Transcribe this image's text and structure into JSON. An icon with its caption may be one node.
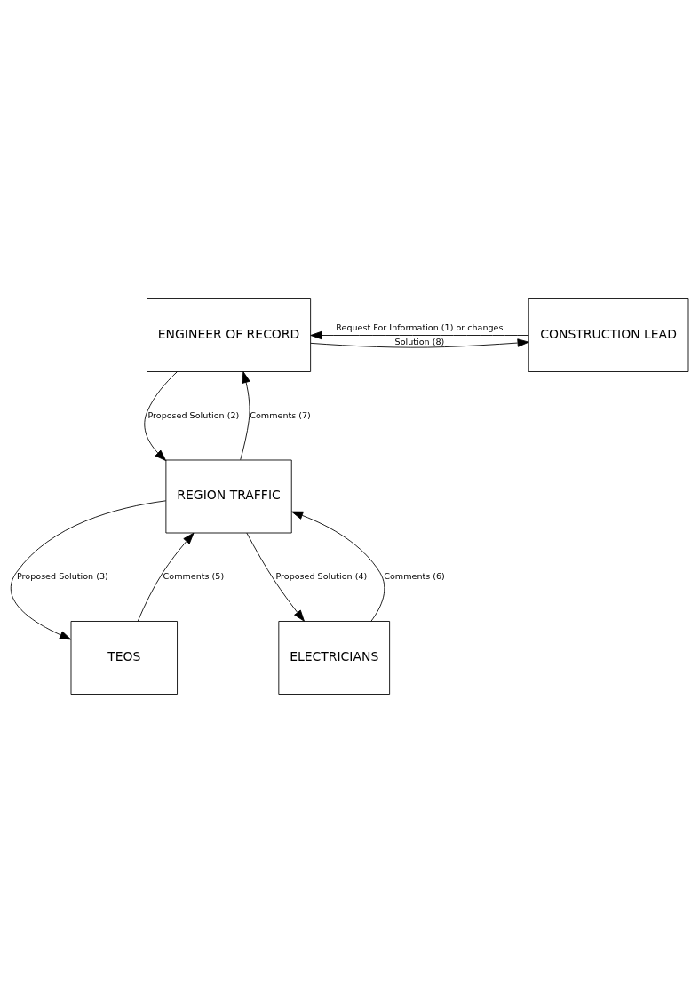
{
  "diagram": {
    "nodes": [
      {
        "text": [
          "ENGINEER OF RECORD"
        ]
      },
      {
        "text": [
          "CONSTRUCTION LEAD"
        ]
      },
      {
        "text": [
          "REGION TRAFFIC"
        ]
      },
      {
        "text": [
          "TEOS"
        ]
      },
      {
        "text": [
          "ELECTRICIANS"
        ]
      }
    ],
    "edges": [
      {
        "from": 1,
        "to": 0,
        "arrow": "to",
        "label": "Request For Information (1) or changes"
      },
      {
        "from": 0,
        "to": 1,
        "arrow": "to",
        "label": "Solution (8)"
      },
      {
        "from": 0,
        "to": 2,
        "arrow": "to",
        "label": "Proposed Solution (2)"
      },
      {
        "from": 2,
        "to": 0,
        "arrow": "to",
        "label": "Comments (7)"
      },
      {
        "from": 2,
        "to": 3,
        "arrow": "to",
        "label": "Proposed Solution (3)"
      },
      {
        "from": 3,
        "to": 2,
        "arrow": "to",
        "label": "Comments (5)"
      },
      {
        "from": 4,
        "to": 2,
        "arrow": "to",
        "label": "Comments (6)"
      },
      {
        "from": 2,
        "to": 4,
        "arrow": "to",
        "label": "Proposed Solution (4)"
      }
    ]
  }
}
